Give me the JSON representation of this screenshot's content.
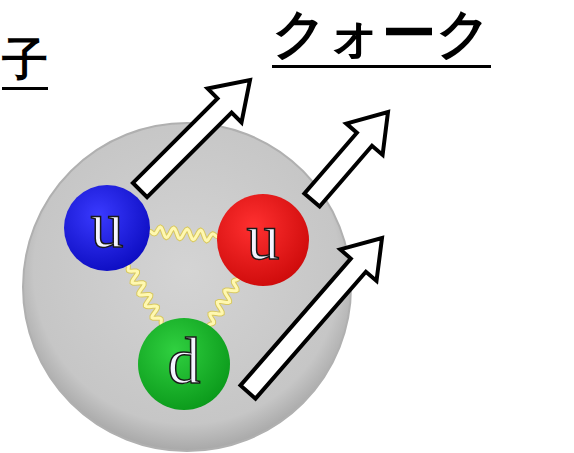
{
  "diagram": {
    "nodes": [
      {
        "text": [
          "u"
        ]
      },
      {
        "text": [
          "u"
        ]
      },
      {
        "text": [
          "d"
        ]
      }
    ],
    "edges": [
      {
        "from": 0,
        "to": 1,
        "arrow": "none"
      },
      {
        "from": 0,
        "to": 2,
        "arrow": "none"
      },
      {
        "from": 1,
        "to": 2,
        "arrow": "none"
      }
    ],
    "labels": [
      "子",
      "クォーク"
    ]
  }
}
